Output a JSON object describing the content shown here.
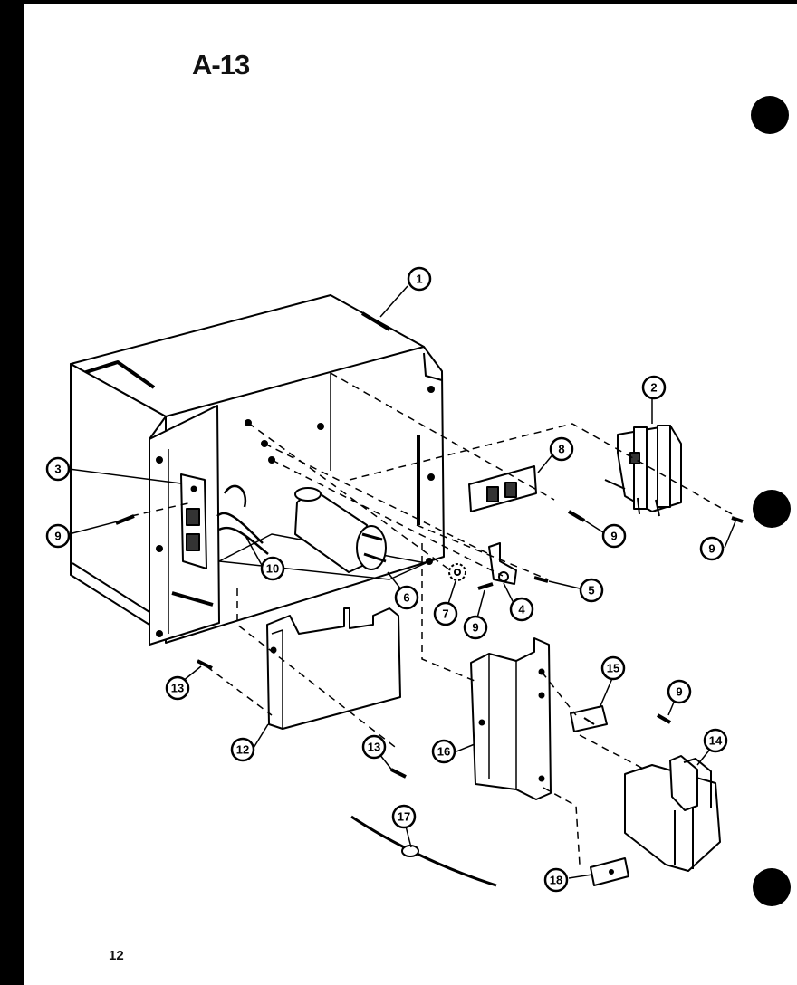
{
  "page": {
    "title": "A-13",
    "page_number": "12"
  },
  "callouts": [
    {
      "id": "c1",
      "label": "1"
    },
    {
      "id": "c2",
      "label": "2"
    },
    {
      "id": "c3",
      "label": "3"
    },
    {
      "id": "c4",
      "label": "4"
    },
    {
      "id": "c5",
      "label": "5"
    },
    {
      "id": "c6",
      "label": "6"
    },
    {
      "id": "c7",
      "label": "7"
    },
    {
      "id": "c8",
      "label": "8"
    },
    {
      "id": "c9a",
      "label": "9"
    },
    {
      "id": "c9b",
      "label": "9"
    },
    {
      "id": "c9c",
      "label": "9"
    },
    {
      "id": "c9d",
      "label": "9"
    },
    {
      "id": "c9e",
      "label": "9"
    },
    {
      "id": "c10",
      "label": "10"
    },
    {
      "id": "c12",
      "label": "12"
    },
    {
      "id": "c13a",
      "label": "13"
    },
    {
      "id": "c13b",
      "label": "13"
    },
    {
      "id": "c14",
      "label": "14"
    },
    {
      "id": "c15",
      "label": "15"
    },
    {
      "id": "c16",
      "label": "16"
    },
    {
      "id": "c17",
      "label": "17"
    },
    {
      "id": "c18",
      "label": "18"
    }
  ]
}
